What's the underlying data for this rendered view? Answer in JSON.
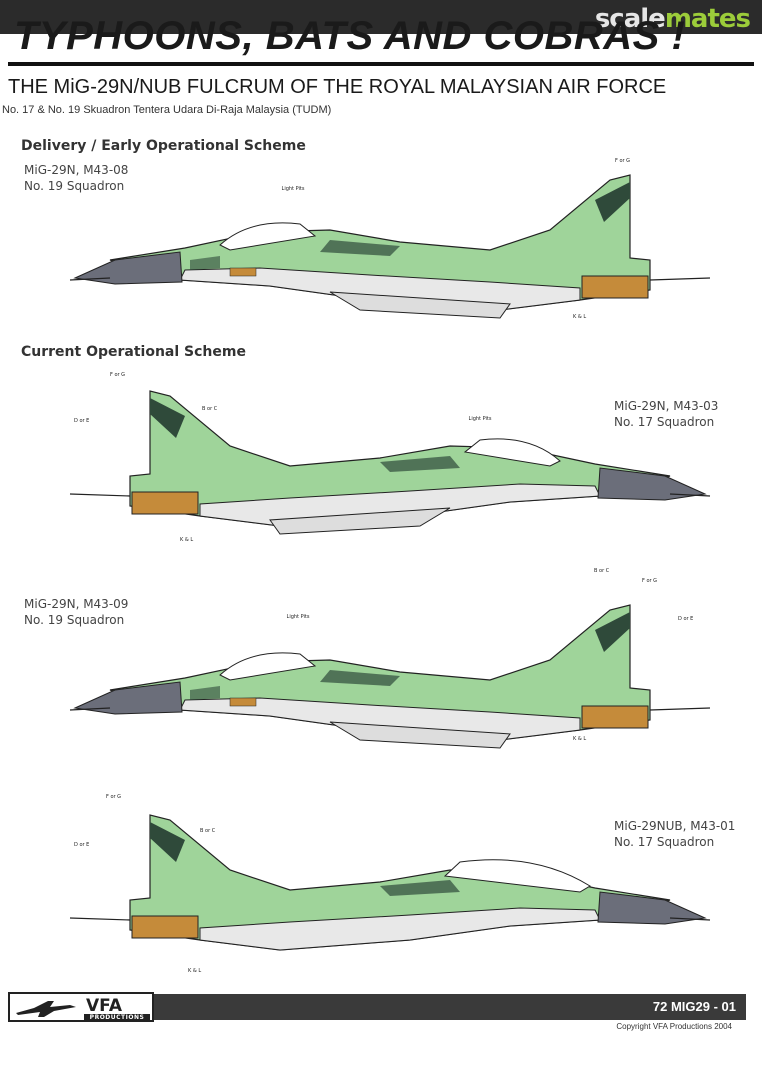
{
  "watermark": {
    "part1": "scale",
    "part2": "mates"
  },
  "header": {
    "title": "TYPHOONS, BATS AND COBRAS !",
    "subtitle": "THE MiG-29N/NUB FULCRUM OF THE ROYAL MALAYSIAN AIR FORCE",
    "subline": "No. 17 & No. 19 Skuadron Tentera Udara Di-Raja Malaysia (TUDM)"
  },
  "sections": {
    "early": "Delivery / Early Operational Scheme",
    "current": "Current Operational Scheme"
  },
  "aircraft": [
    {
      "model": "MiG-29N, M43-08",
      "squadron": "No. 19 Squadron"
    },
    {
      "model": "MiG-29N, M43-03",
      "squadron": "No. 17 Squadron"
    },
    {
      "model": "MiG-29N, M43-09",
      "squadron": "No. 19 Squadron"
    },
    {
      "model": "MiG-29NUB, M43-01",
      "squadron": "No. 17 Squadron"
    }
  ],
  "callouts": {
    "light_pits": "Light Pits",
    "b_or_c": "B or C",
    "d_or_e": "D or E",
    "f_or_g": "F or G",
    "k_l": "K & L"
  },
  "colors": {
    "camo_green": "#9fd49a",
    "camo_dark": "#2f4a3a",
    "belly_grey": "#e8e8e8",
    "radome": "#6b6e7a",
    "nozzle": "#c58b3a",
    "ink": "#222222"
  },
  "footer": {
    "logo": "VFA",
    "logo_sub": "PRODUCTIONS",
    "part_no": "72 MIG29 - 01",
    "copyright": "Copyright VFA Productions 2004"
  }
}
